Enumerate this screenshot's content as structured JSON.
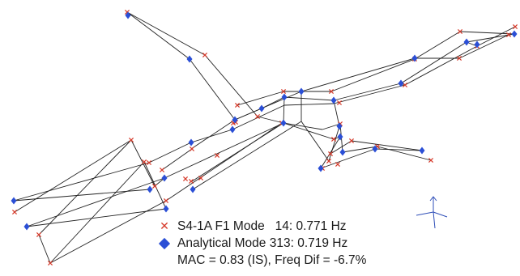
{
  "colors": {
    "measured": "#d63a2a",
    "analytical": "#2b4fd6",
    "line": "#222222",
    "triad": "#2f4fb8"
  },
  "icons": {
    "measured_marker": "red-x-marker",
    "analytical_marker": "blue-diamond-marker",
    "triad": "coordinate-triad-icon"
  },
  "legend": {
    "measured_label": "S4-1A F1 Mode   14: 0.771 Hz",
    "analytical_label": "Analytical Mode 313: 0.719 Hz",
    "comparison_label": "MAC = 0.83 (IS), Freq Dif = -6.7%"
  }
}
